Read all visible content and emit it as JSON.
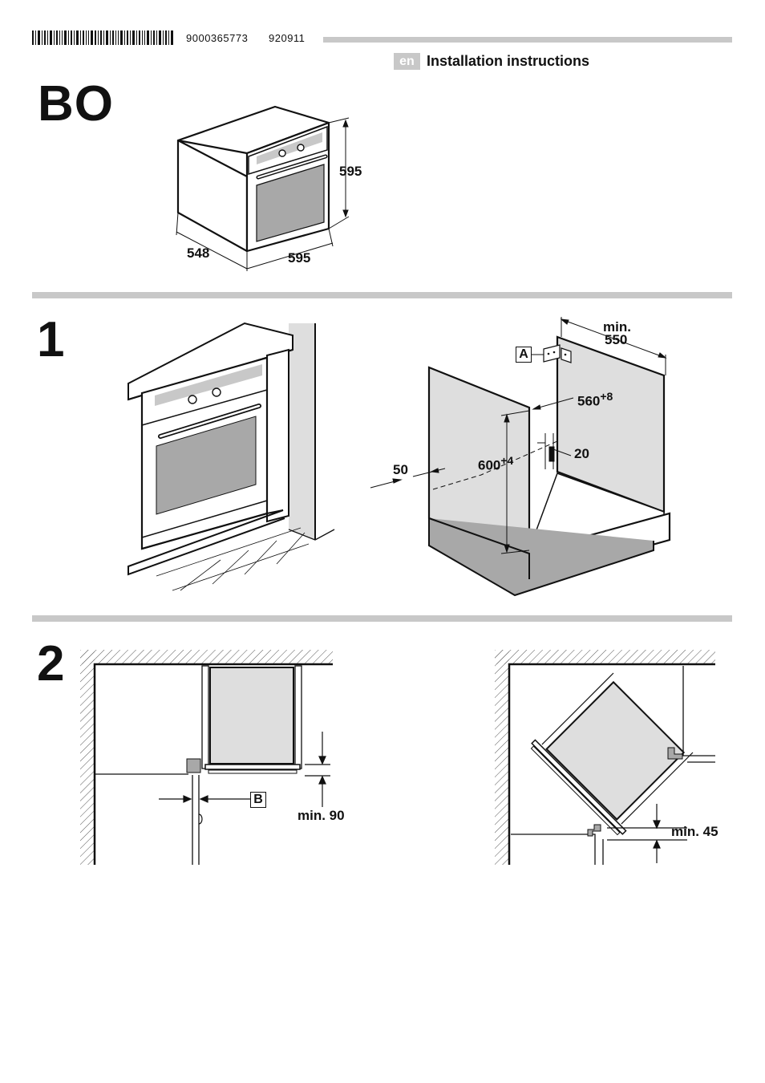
{
  "header": {
    "document_number": "9000365773",
    "document_code": "920911",
    "language": "en",
    "title": "Installation instructions",
    "model": "BO"
  },
  "overview": {
    "height": "595",
    "depth": "548",
    "width": "595"
  },
  "step1": {
    "number": "1",
    "label_a": "A",
    "min_depth_label": "min.",
    "min_depth_value": "550",
    "niche_width": "560",
    "niche_width_tol": "+8",
    "niche_height": "600",
    "niche_height_tol": "+4",
    "gap_20": "20",
    "gap_50": "50"
  },
  "step2": {
    "number": "2",
    "label_b": "B",
    "min_90": "min. 90",
    "min_45": "min. 45"
  },
  "colors": {
    "rule_gray": "#c8c8c8",
    "panel_gray": "#dedede",
    "glass_gray": "#a8a8a8"
  }
}
